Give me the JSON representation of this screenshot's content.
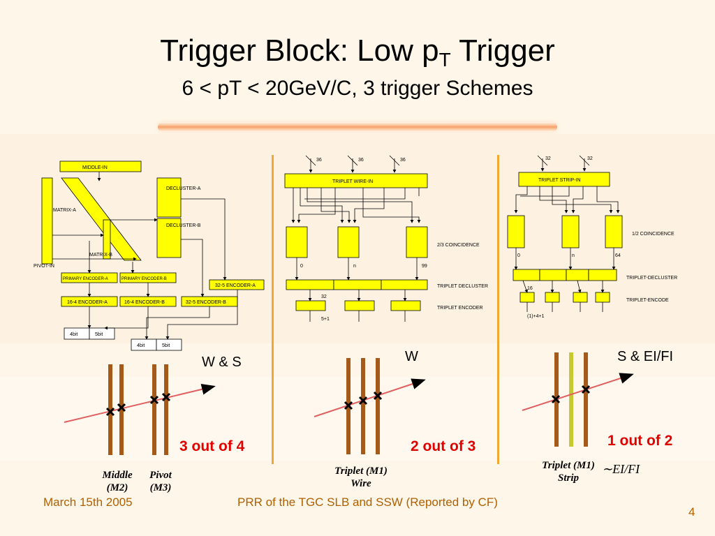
{
  "slide": {
    "title_main": "Trigger Block: Low p",
    "title_sub": "T",
    "title_tail": " Trigger",
    "subtitle": "6 < pT < 20GeV/C, 3 trigger Schemes"
  },
  "block_diagram_1": {
    "middle_in": "MIDDLE-IN",
    "matrix_a": "MATRIX-A",
    "matrix_b": "MATRIX-B",
    "pivot_in": "PIVOT-IN",
    "decluster_a": "DECLUSTER-A",
    "decluster_b": "DECLUSTER-B",
    "primary_encoder_a": "PRIMARY ENCODER-A",
    "primary_encoder_b": "PRIMARY ENCODER-B",
    "encoder_32_5_a_top": "32-5 ENCODER-A",
    "encoder_16_4_a": "16-4 ENCODER-A",
    "encoder_16_4_b": "16-4 ENCODER-B",
    "encoder_32_5_b": "32-5 ENCODER-B",
    "out_4bit_1": "4bit",
    "out_5bit_1": "5bit",
    "out_4bit_2": "4bit",
    "out_5bit_2": "5bit"
  },
  "block_diagram_2": {
    "input_counts": [
      "36",
      "36",
      "36"
    ],
    "wire_in": "TRIPLET WIRE-IN",
    "coincidence": "2/3 COINCIDENCE",
    "index_0": "0",
    "index_n": "n",
    "index_99": "99",
    "decluster": "TRIPLET DECLUSTER",
    "encoder": "TRIPLET ENCODER",
    "bits_32": "32",
    "bits_5p1": "5+1"
  },
  "block_diagram_3": {
    "input_counts": [
      "32",
      "32"
    ],
    "strip_in": "TRIPLET STRIP-IN",
    "coincidence": "1/2 COINCIDENCE",
    "index_0": "0",
    "index_n": "n",
    "index_64": "64",
    "decluster": "TRIPLET-DECLUSTER",
    "encode": "TRIPLET-ENCODE",
    "bits_16": "16",
    "bits_out": "(1)+4+1"
  },
  "schemes": {
    "ws": {
      "label": "W & S",
      "result": "3 out of 4",
      "caption_middle": "Middle\n(M2)",
      "caption_pivot": "Pivot\n(M3)"
    },
    "w": {
      "label": "W",
      "result": "2 out of 3",
      "caption": "Triplet (M1)\nWire"
    },
    "s": {
      "label": "S & EI/FI",
      "result": "1 out of 2",
      "caption": "Triplet (M1)\nStrip",
      "ei_fi": "∼EI/FI"
    }
  },
  "footer": {
    "date": "March 15th 2005",
    "center": "PRR of the TGC SLB and SSW (Reported by CF)",
    "page": "4"
  },
  "colors": {
    "block_fill": "#ffff00",
    "strip_brown": "#a65a1a",
    "strip_olive": "#c8c832",
    "result_red": "#e00000",
    "footer_orange": "#b06000",
    "divider": "#f0a830",
    "track": "#e06060"
  }
}
